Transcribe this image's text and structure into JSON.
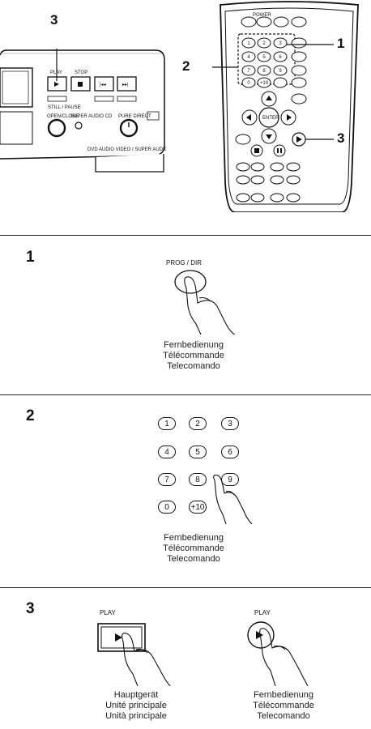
{
  "top": {
    "callout_3_left": "3",
    "callout_1": "1",
    "callout_2": "2",
    "callout_3_right": "3"
  },
  "steps": [
    {
      "number": "1",
      "button_label": "PROG / DIR",
      "caption": [
        "Fernbedienung",
        "Télécommande",
        "Telecomando"
      ]
    },
    {
      "number": "2",
      "keys": [
        "1",
        "2",
        "3",
        "4",
        "5",
        "6",
        "7",
        "8",
        "9",
        "0",
        "+10"
      ],
      "caption": [
        "Fernbedienung",
        "Télécommande",
        "Telecomando"
      ]
    },
    {
      "number": "3",
      "main_label": "PLAY",
      "main_caption": [
        "Hauptgerät",
        "Unité principale",
        "Unità principale"
      ],
      "remote_label": "PLAY",
      "remote_caption": [
        "Fernbedienung",
        "Télécommande",
        "Telecomando"
      ]
    }
  ]
}
